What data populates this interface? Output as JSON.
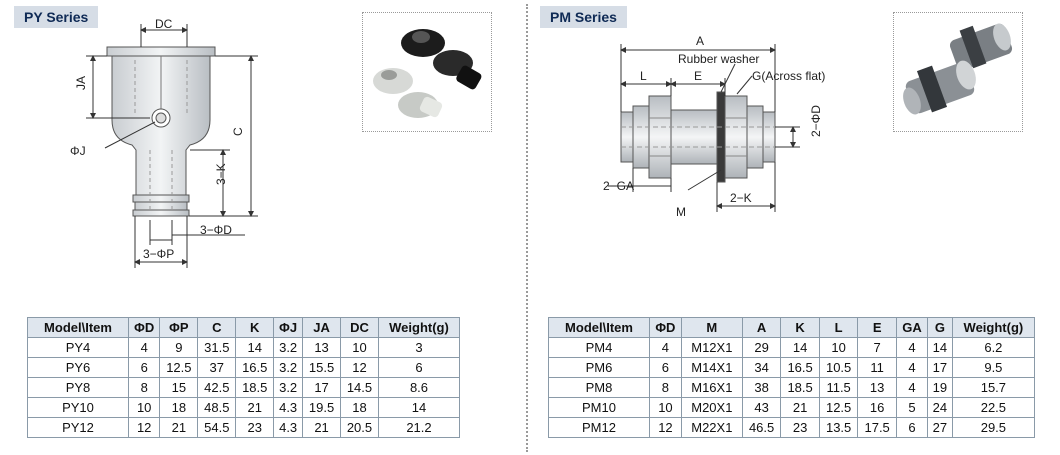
{
  "py": {
    "title": "PY Series",
    "dims": {
      "DC": "DC",
      "JA": "JA",
      "C": "C",
      "PJ": "ΦJ",
      "K3": "3−K",
      "D3": "3−ΦD",
      "P3": "3−ΦP"
    },
    "table": {
      "headers": [
        "Model\\Item",
        "ΦD",
        "ΦP",
        "C",
        "K",
        "ΦJ",
        "JA",
        "DC",
        "Weight(g)"
      ],
      "rows": [
        [
          "PY4",
          "4",
          "9",
          "31.5",
          "14",
          "3.2",
          "13",
          "10",
          "3"
        ],
        [
          "PY6",
          "6",
          "12.5",
          "37",
          "16.5",
          "3.2",
          "15.5",
          "12",
          "6"
        ],
        [
          "PY8",
          "8",
          "15",
          "42.5",
          "18.5",
          "3.2",
          "17",
          "14.5",
          "8.6"
        ],
        [
          "PY10",
          "10",
          "18",
          "48.5",
          "21",
          "4.3",
          "19.5",
          "18",
          "14"
        ],
        [
          "PY12",
          "12",
          "21",
          "54.5",
          "23",
          "4.3",
          "21",
          "20.5",
          "21.2"
        ]
      ]
    }
  },
  "pm": {
    "title": "PM Series",
    "dims": {
      "A": "A",
      "washer": "Rubber washer",
      "L": "L",
      "E": "E",
      "G": "G(Across flat)",
      "D2": "2−ΦD",
      "GA2": "2−GA",
      "M": "M",
      "K2": "2−K"
    },
    "table": {
      "headers": [
        "Model\\Item",
        "ΦD",
        "M",
        "A",
        "K",
        "L",
        "E",
        "GA",
        "G",
        "Weight(g)"
      ],
      "rows": [
        [
          "PM4",
          "4",
          "M12X1",
          "29",
          "14",
          "10",
          "7",
          "4",
          "14",
          "6.2"
        ],
        [
          "PM6",
          "6",
          "M14X1",
          "34",
          "16.5",
          "10.5",
          "11",
          "4",
          "17",
          "9.5"
        ],
        [
          "PM8",
          "8",
          "M16X1",
          "38",
          "18.5",
          "11.5",
          "13",
          "4",
          "19",
          "15.7"
        ],
        [
          "PM10",
          "10",
          "M20X1",
          "43",
          "21",
          "12.5",
          "16",
          "5",
          "24",
          "22.5"
        ],
        [
          "PM12",
          "12",
          "M22X1",
          "46.5",
          "23",
          "13.5",
          "17.5",
          "6",
          "27",
          "29.5"
        ]
      ]
    }
  }
}
